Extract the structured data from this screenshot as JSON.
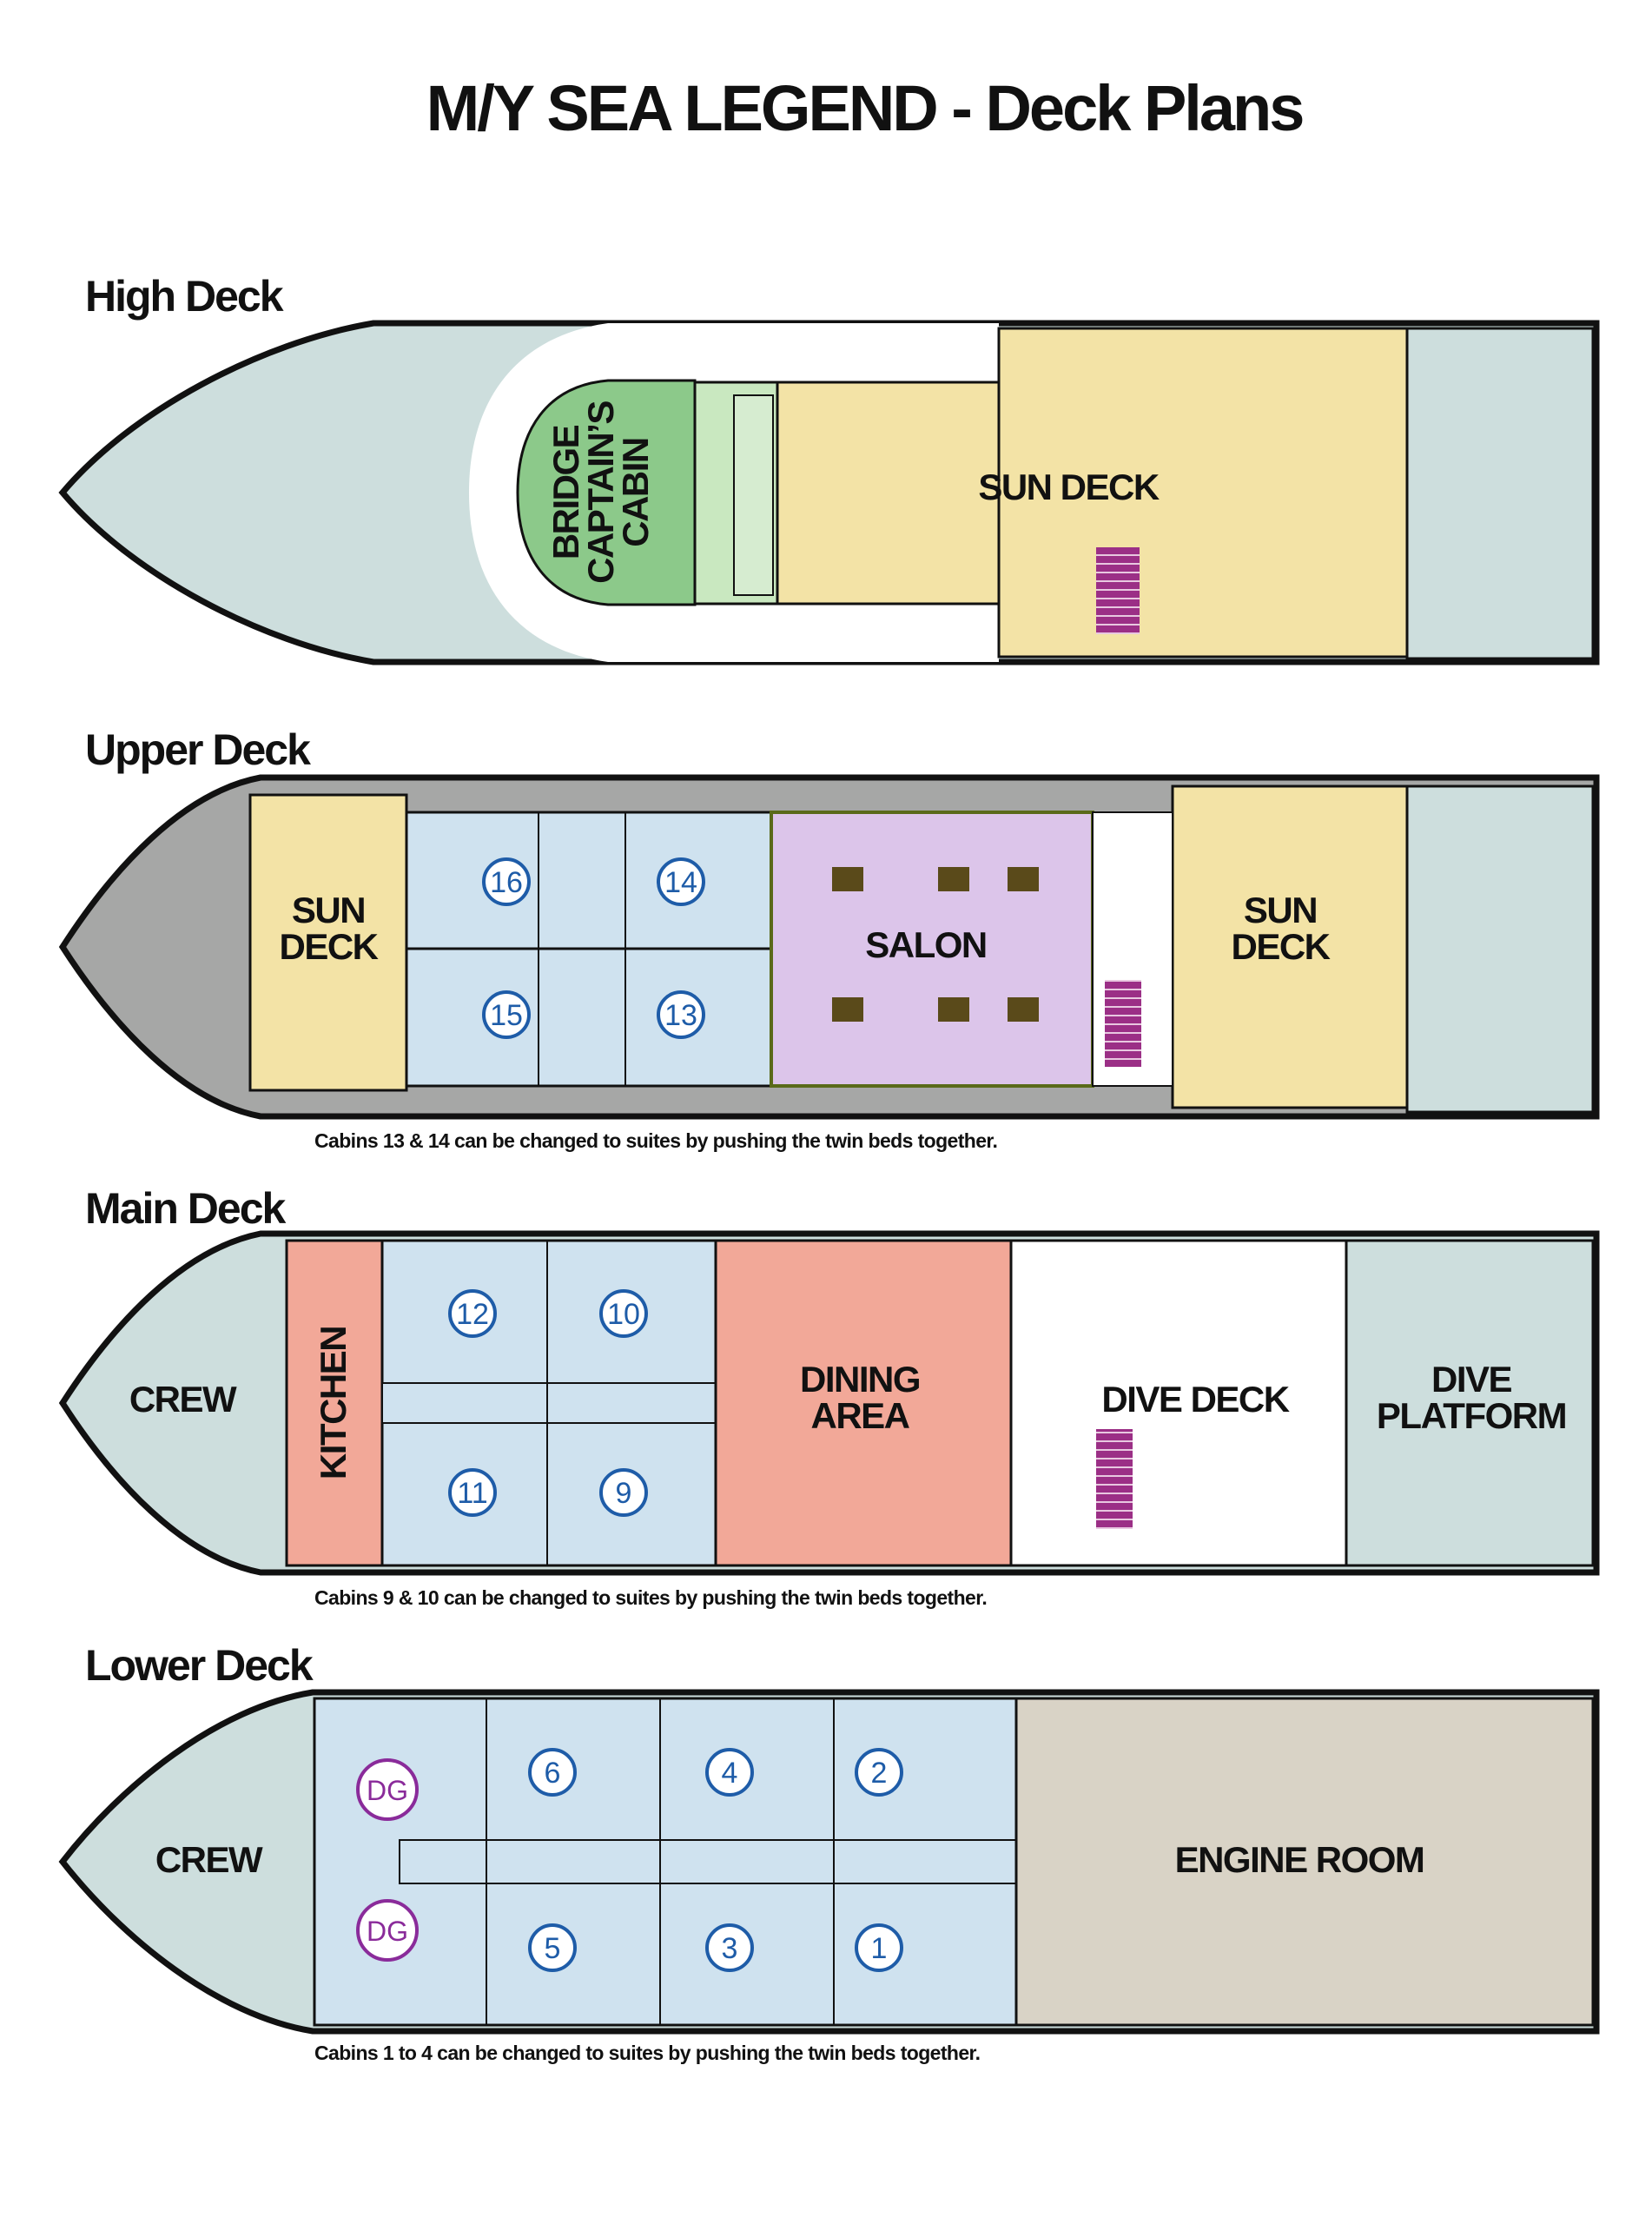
{
  "page": {
    "title": "M/Y SEA LEGEND - Deck Plans"
  },
  "decks": {
    "high": {
      "title": "High Deck",
      "bridge_label_1": "BRIDGE",
      "bridge_label_2": "CAPTAIN’S",
      "bridge_label_3": "CABIN",
      "sun_deck": "SUN DECK"
    },
    "upper": {
      "title": "Upper Deck",
      "sun_deck_fore_1": "SUN",
      "sun_deck_fore_2": "DECK",
      "salon": "SALON",
      "sun_deck_aft_1": "SUN",
      "sun_deck_aft_2": "DECK",
      "cabins": [
        "16",
        "14",
        "15",
        "13"
      ],
      "note": "Cabins 13 & 14 can be changed to suites by pushing the twin beds together."
    },
    "main": {
      "title": "Main Deck",
      "crew": "CREW",
      "kitchen": "KITCHEN",
      "dining_1": "DINING",
      "dining_2": "AREA",
      "dive_deck": "DIVE DECK",
      "dive_platform_1": "DIVE",
      "dive_platform_2": "PLATFORM",
      "cabins": [
        "12",
        "10",
        "11",
        "9"
      ],
      "note": "Cabins 9 & 10 can be changed to suites by pushing the twin beds together."
    },
    "lower": {
      "title": "Lower Deck",
      "crew": "CREW",
      "engine_room": "ENGINE ROOM",
      "dg_top": "DG",
      "dg_bottom": "DG",
      "cabins": [
        "6",
        "4",
        "2",
        "5",
        "3",
        "1"
      ],
      "note": "Cabins 1 to 4 can be changed to suites by pushing the twin beds together."
    }
  },
  "colors": {
    "hull": "#cddedd",
    "sun_deck": "#f3e3a6",
    "bridge": "#8cc98a",
    "captain": "#c9e8c0",
    "cabins": "#cfe2ef",
    "salon": "#dcc5ea",
    "dining": "#f2a898",
    "engine": "#d9d3c6",
    "stairs": "#9b2f86",
    "number": "#1e5ca8",
    "dg": "#8a2b9a"
  }
}
